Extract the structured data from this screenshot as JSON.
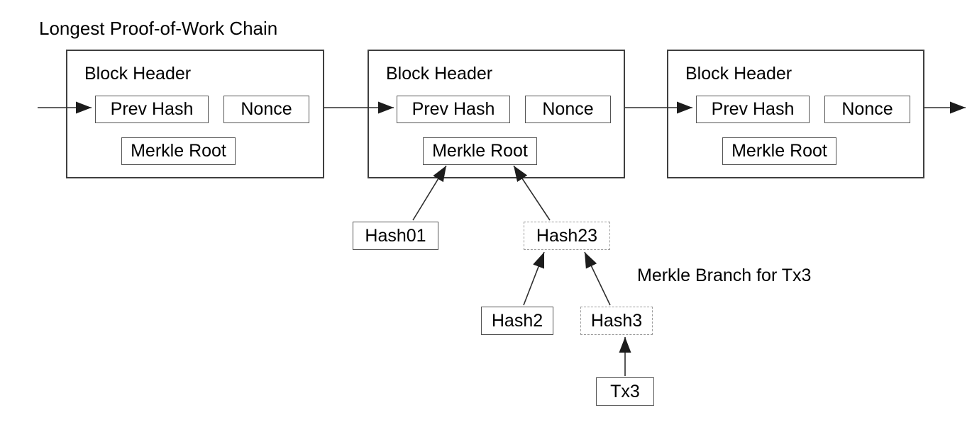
{
  "diagram": {
    "title": "Longest Proof-of-Work Chain",
    "annotation": "Merkle Branch for Tx3",
    "blocks": [
      {
        "header_label": "Block Header",
        "prev_hash_label": "Prev Hash",
        "nonce_label": "Nonce",
        "merkle_root_label": "Merkle Root"
      },
      {
        "header_label": "Block Header",
        "prev_hash_label": "Prev Hash",
        "nonce_label": "Nonce",
        "merkle_root_label": "Merkle Root"
      },
      {
        "header_label": "Block Header",
        "prev_hash_label": "Prev Hash",
        "nonce_label": "Nonce",
        "merkle_root_label": "Merkle Root"
      }
    ],
    "nodes": {
      "hash01": {
        "label": "Hash01",
        "border": "solid"
      },
      "hash23": {
        "label": "Hash23",
        "border": "dashed"
      },
      "hash2": {
        "label": "Hash2",
        "border": "solid"
      },
      "hash3": {
        "label": "Hash3",
        "border": "dashed"
      },
      "tx3": {
        "label": "Tx3",
        "border": "solid"
      }
    },
    "colors": {
      "background": "#ffffff",
      "text": "#000000",
      "block_border": "#3f3f3f",
      "inner_box_border": "#545454",
      "dashed_border": "#9b9b9b",
      "arrow_line": "#2e2e2e"
    }
  }
}
